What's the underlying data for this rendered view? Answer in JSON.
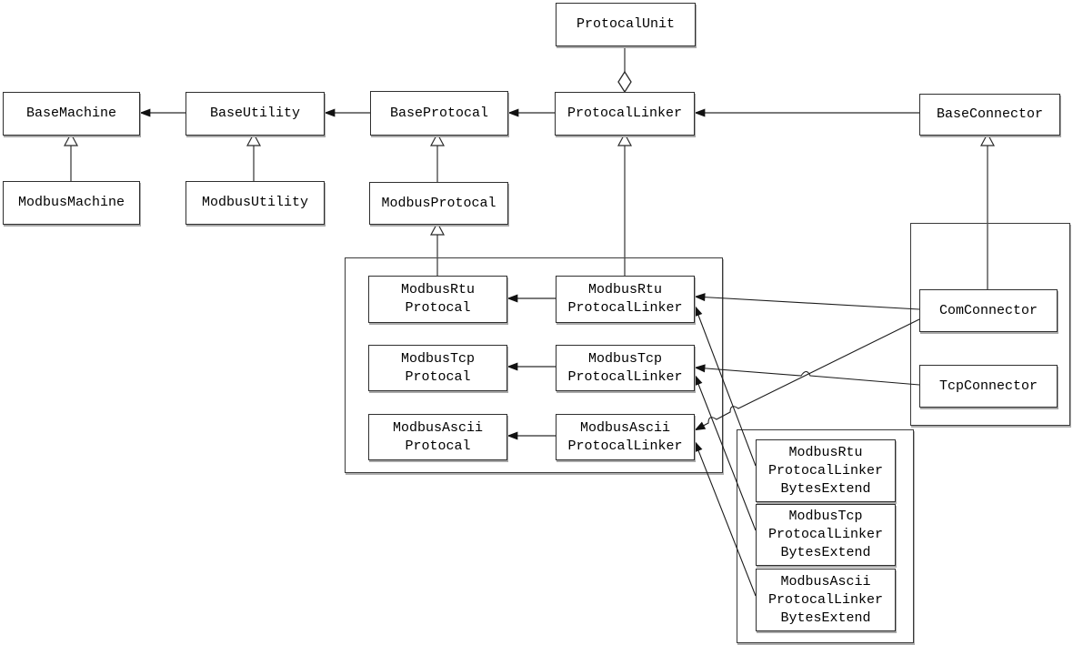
{
  "diagram": {
    "type": "uml-class-diagram",
    "colors": {
      "background": "#ffffff",
      "box_fill": "#ffffff",
      "box_border": "#2f2f2f",
      "box_shadow": "#a8a8a8",
      "connector_line": "#4f4f4f",
      "diagonal_line": "#1c1c1c",
      "arrowhead_fill": "#111111",
      "text": "#000000"
    },
    "nodes": {
      "protocalUnit": "ProtocalUnit",
      "baseMachine": "BaseMachine",
      "baseUtility": "BaseUtility",
      "baseProtocal": "BaseProtocal",
      "protocalLinker": "ProtocalLinker",
      "baseConnector": "BaseConnector",
      "modbusMachine": "ModbusMachine",
      "modbusUtility": "ModbusUtility",
      "modbusProtocal": "ModbusProtocal",
      "modbusRtuProtocal": "ModbusRtu\nProtocal",
      "modbusRtuProtocalLinker": "ModbusRtu\nProtocalLinker",
      "modbusTcpProtocal": "ModbusTcp\nProtocal",
      "modbusTcpProtocalLinker": "ModbusTcp\nProtocalLinker",
      "modbusAsciiProtocal": "ModbusAscii\nProtocal",
      "modbusAsciiProtocalLinker": "ModbusAscii\nProtocalLinker",
      "comConnector": "ComConnector",
      "tcpConnector": "TcpConnector",
      "modbusRtuProtocalLinkerBytesExtend": "ModbusRtu\nProtocalLinker\nBytesExtend",
      "modbusTcpProtocalLinkerBytesExtend": "ModbusTcp\nProtocalLinker\nBytesExtend",
      "modbusAsciiProtocalLinkerBytesExtend": "ModbusAscii\nProtocalLinker\nBytesExtend"
    },
    "relationships": [
      {
        "from": "ProtocalUnit",
        "to": "ProtocalLinker",
        "type": "aggregation"
      },
      {
        "from": "BaseUtility",
        "to": "BaseMachine",
        "type": "arrow"
      },
      {
        "from": "BaseProtocal",
        "to": "BaseUtility",
        "type": "arrow"
      },
      {
        "from": "ProtocalLinker",
        "to": "BaseProtocal",
        "type": "arrow"
      },
      {
        "from": "BaseConnector",
        "to": "ProtocalLinker",
        "type": "arrow"
      },
      {
        "from": "ModbusMachine",
        "to": "BaseMachine",
        "type": "generalization"
      },
      {
        "from": "ModbusUtility",
        "to": "BaseUtility",
        "type": "generalization"
      },
      {
        "from": "ModbusProtocal",
        "to": "BaseProtocal",
        "type": "generalization"
      },
      {
        "from": "ModbusRtuProtocal",
        "to": "ModbusProtocal",
        "type": "generalization"
      },
      {
        "from": "ModbusRtuProtocalLinker",
        "to": "ProtocalLinker",
        "type": "generalization"
      },
      {
        "from": "ComConnector",
        "to": "BaseConnector",
        "type": "generalization"
      },
      {
        "from": "ModbusRtuProtocalLinker",
        "to": "ModbusRtuProtocal",
        "type": "arrow"
      },
      {
        "from": "ModbusTcpProtocalLinker",
        "to": "ModbusTcpProtocal",
        "type": "arrow"
      },
      {
        "from": "ModbusAsciiProtocalLinker",
        "to": "ModbusAsciiProtocal",
        "type": "arrow"
      },
      {
        "from": "ComConnector",
        "to": "ModbusRtuProtocalLinker",
        "type": "arrow"
      },
      {
        "from": "ComConnector",
        "to": "ModbusAsciiProtocalLinker",
        "type": "arrow"
      },
      {
        "from": "TcpConnector",
        "to": "ModbusTcpProtocalLinker",
        "type": "arrow"
      },
      {
        "from": "ModbusRtuProtocalLinkerBytesExtend",
        "to": "ModbusRtuProtocalLinker",
        "type": "arrow"
      },
      {
        "from": "ModbusTcpProtocalLinkerBytesExtend",
        "to": "ModbusTcpProtocalLinker",
        "type": "arrow"
      },
      {
        "from": "ModbusAsciiProtocalLinkerBytesExtend",
        "to": "ModbusAsciiProtocalLinker",
        "type": "arrow"
      }
    ]
  }
}
